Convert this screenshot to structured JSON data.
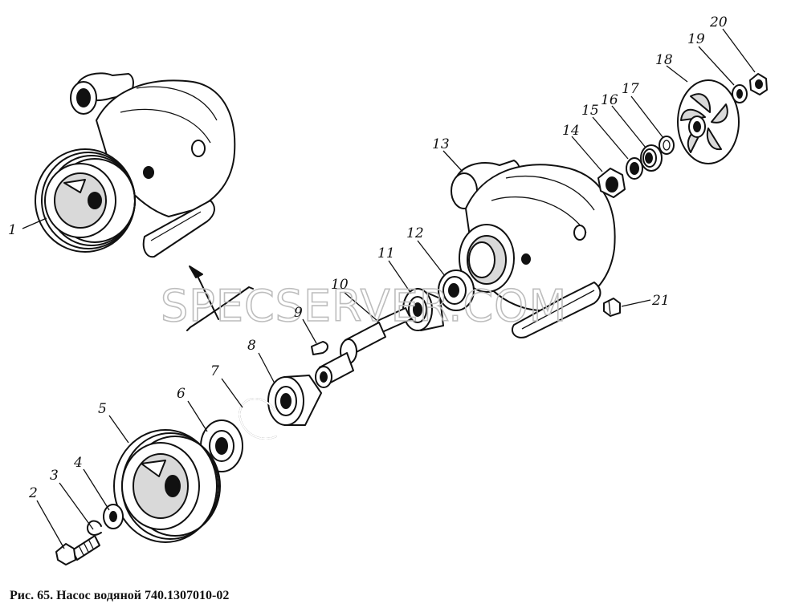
{
  "caption": "Рис. 65. Насос водяной 740.1307010-02",
  "watermark": "SPECSERVER.COM",
  "labels": [
    "1",
    "2",
    "3",
    "4",
    "5",
    "6",
    "7",
    "8",
    "9",
    "10",
    "11",
    "12",
    "13",
    "14",
    "15",
    "16",
    "17",
    "18",
    "19",
    "20",
    "21"
  ]
}
